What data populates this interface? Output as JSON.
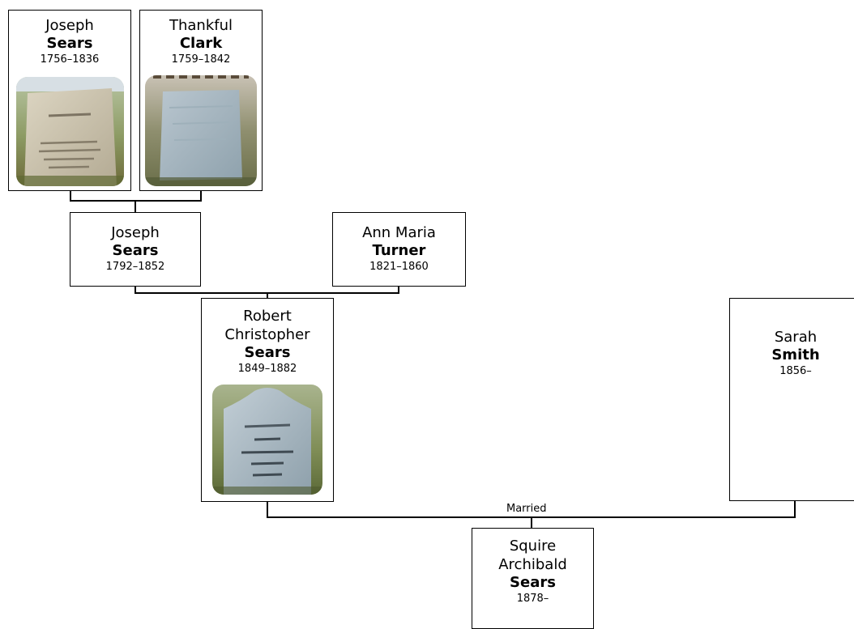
{
  "people": {
    "joseph_sr": {
      "given": "Joseph",
      "surname": "Sears",
      "dates": "1756–1836",
      "photo": "headstone-photo"
    },
    "thankful": {
      "given": "Thankful",
      "surname": "Clark",
      "dates": "1759–1842",
      "photo": "headstone-photo"
    },
    "joseph_jr": {
      "given": "Joseph",
      "surname": "Sears",
      "dates": "1792–1852"
    },
    "ann_maria": {
      "given": "Ann Maria",
      "surname": "Turner",
      "dates": "1821–1860"
    },
    "robert": {
      "given_lines": [
        "Robert",
        "Christopher"
      ],
      "surname": "Sears",
      "dates": "1849–1882",
      "photo": "headstone-photo"
    },
    "sarah": {
      "given": "Sarah",
      "surname": "Smith",
      "dates": "1856–"
    },
    "squire": {
      "given_lines": [
        "Squire",
        "Archibald"
      ],
      "surname": "Sears",
      "dates": "1878–"
    }
  },
  "relationship_label": "Married",
  "colors": {
    "border": "#000000",
    "background": "#ffffff"
  }
}
